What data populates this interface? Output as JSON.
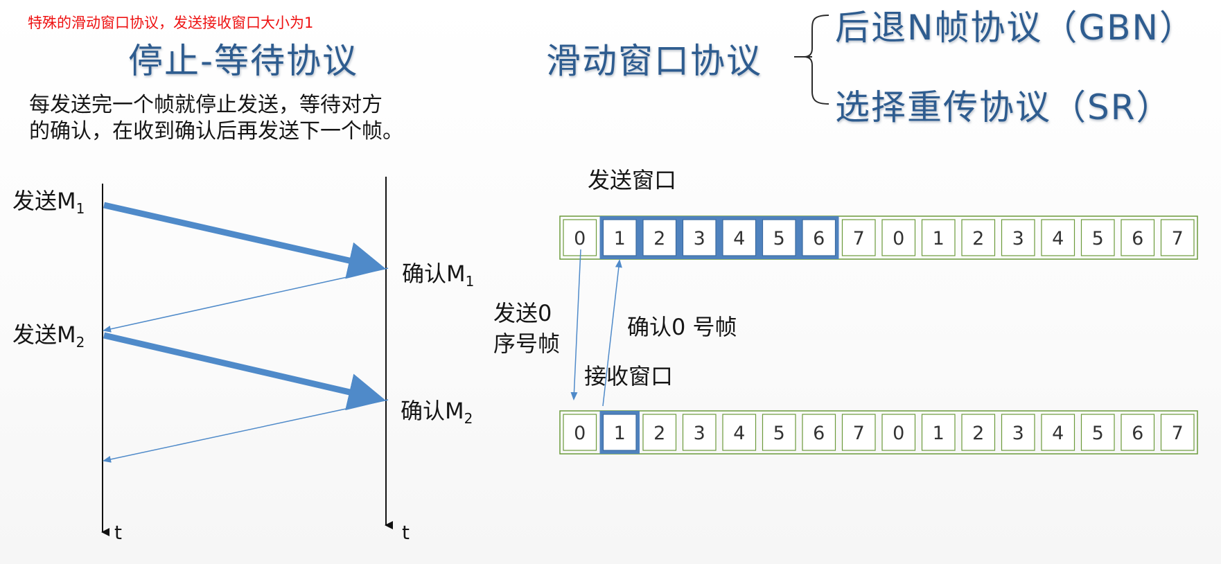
{
  "top_note": "特殊的滑动窗口协议，发送接收窗口大小为1",
  "stop_wait": {
    "title": "停止-等待协议",
    "description_lines": [
      "每发送完一个帧就停止发送，等待对方",
      "的确认，在收到确认后再发送下一个帧。"
    ],
    "send_label": "发送M",
    "ack_label": "确认M",
    "sub_1": "1",
    "sub_2": "2",
    "time_label": "t"
  },
  "sliding_window": {
    "title": "滑动窗口协议",
    "gbn": "后退N帧协议（GBN）",
    "sr": "选择重传协议（SR）",
    "send_window_label": "发送窗口",
    "recv_window_label": "接收窗口",
    "send_frame_label_lines": [
      "发送0",
      "序号帧"
    ],
    "ack_frame_label": "确认0 号帧",
    "send_sequence": [
      "0",
      "1",
      "2",
      "3",
      "4",
      "5",
      "6",
      "7",
      "0",
      "1",
      "2",
      "3",
      "4",
      "5",
      "6",
      "7"
    ],
    "send_window_indices": [
      1,
      2,
      3,
      4,
      5,
      6
    ],
    "recv_sequence": [
      "0",
      "1",
      "2",
      "3",
      "4",
      "5",
      "6",
      "7",
      "0",
      "1",
      "2",
      "3",
      "4",
      "5",
      "6",
      "7"
    ],
    "recv_window_indices": [
      1
    ]
  },
  "colors": {
    "accent_blue": "#4f8ac9",
    "window_fill": "#4f82be",
    "green_border": "#6b9a3a",
    "note_red": "#ee1111",
    "title_blue": "#2e5c8f"
  }
}
